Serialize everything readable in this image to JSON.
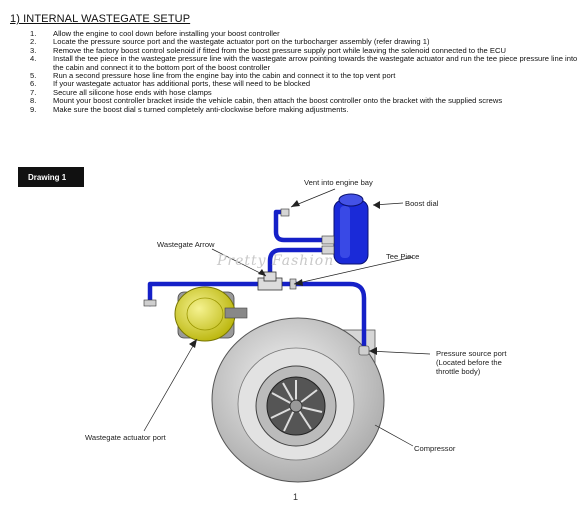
{
  "document": {
    "heading": "1) INTERNAL WASTEGATE SETUP",
    "steps": [
      {
        "num": "1.",
        "text": "Allow the engine to cool down before installing your boost controller"
      },
      {
        "num": "2.",
        "text": "Locate the pressure source port and the wastegate actuator port on the turbocharger assembly (refer drawing 1)"
      },
      {
        "num": "3.",
        "text": "Remove the factory boost control solenoid if fitted from the boost pressure supply port while leaving the solenoid connected to the ECU"
      },
      {
        "num": "4.",
        "text": "Install the tee piece in the wastegate pressure line with the wastegate arrow pointing towards the wastegate actuator and run the tee piece pressure line into the cabin and connect it to the bottom port of the boost controller"
      },
      {
        "num": "5.",
        "text": "Run a second pressure hose line from the engine bay into the cabin and connect it to the top vent port"
      },
      {
        "num": "6.",
        "text": "If your wastegate actuator has additional ports, these will need to be blocked"
      },
      {
        "num": "7.",
        "text": "Secure all silicone hose ends with hose clamps"
      },
      {
        "num": "8.",
        "text": "Mount your boost controller bracket inside the vehicle cabin, then attach the boost controller onto the bracket with the supplied screws"
      },
      {
        "num": "9.",
        "text": "Make sure the boost dial s turned completely anti-clockwise before making adjustments."
      }
    ],
    "page_number": "1"
  },
  "drawing": {
    "title": "Drawing 1",
    "labels": {
      "vent": "Vent into engine bay",
      "boost_dial": "Boost dial",
      "wastegate_arrow": "Wastegate Arrow",
      "tee_piece": "Tee Piece",
      "pressure_source": [
        "Pressure source port",
        "(Located before the",
        "throttle body)"
      ],
      "wastegate_actuator": "Wastegate actuator port",
      "compressor": "Compressor"
    },
    "watermark": "Pretty Fashion",
    "colors": {
      "hose": "#1520c8",
      "actuator": "#d8d400",
      "housing": "#cfcfcf"
    }
  }
}
